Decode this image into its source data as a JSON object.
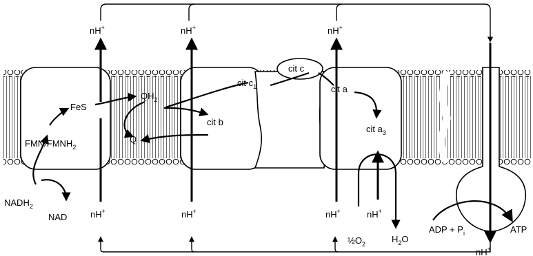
{
  "labels": {
    "nh_plus": "nH",
    "plus": "+",
    "nadh": "NADH",
    "nadh_sub": "2",
    "nad": "NAD",
    "fmn": "FMN/FMNH",
    "fmn_sub": "2",
    "fes": "FeS",
    "qh": "QH",
    "qh_sub": "2",
    "q": "Q",
    "cit_b": "cit b",
    "cit_c1": "cit c",
    "cit_c1_sub": "1",
    "cit_c": "cit c",
    "cit_a": "cit a",
    "cit_a3": "cit a",
    "cit_a3_sub": "3",
    "half_o2": "½O",
    "half_o2_sub": "2",
    "h2o_h": "H",
    "h2o_sub": "2",
    "h2o_o": "O",
    "adp": "ADP + P",
    "adp_sub": "i",
    "atp": "ATP"
  }
}
